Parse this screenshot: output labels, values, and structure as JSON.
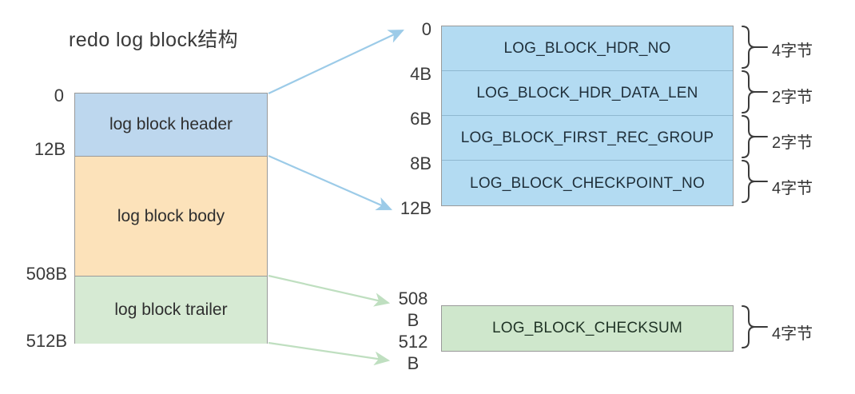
{
  "diagram": {
    "title": "redo log block结构",
    "colors": {
      "header_blue": "#bdd7ee",
      "body_orange": "#fce2ba",
      "trailer_green": "#d6ead3",
      "table_blue": "#b3dbf2",
      "checksum_green": "#cfe7cc",
      "arrow_blue": "#9ccbe8",
      "arrow_green": "#bfdfc0",
      "border_gray": "#9a9a9a"
    }
  },
  "block_stack": {
    "segments": [
      {
        "label": "log block header",
        "start": "0",
        "end": "12B"
      },
      {
        "label": "log block body",
        "start": "12B",
        "end": "508B"
      },
      {
        "label": "log block trailer",
        "start": "508B",
        "end": "512B"
      }
    ],
    "offsets": {
      "o0": "0",
      "o12b": "12B",
      "o508b": "508B",
      "o512b": "512B"
    }
  },
  "header_table": {
    "rows": [
      {
        "name": "LOG_BLOCK_HDR_NO",
        "size": "4字节",
        "offset_start": "0",
        "offset_end": "4B"
      },
      {
        "name": "LOG_BLOCK_HDR_DATA_LEN",
        "size": "2字节",
        "offset_start": "4B",
        "offset_end": "6B"
      },
      {
        "name": "LOG_BLOCK_FIRST_REC_GROUP",
        "size": "2字节",
        "offset_start": "6B",
        "offset_end": "8B"
      },
      {
        "name": "LOG_BLOCK_CHECKPOINT_NO",
        "size": "4字节",
        "offset_start": "8B",
        "offset_end": "12B"
      }
    ],
    "offsets": {
      "t0": "0",
      "t4b": "4B",
      "t6b": "6B",
      "t8b": "8B",
      "t12b": "12B"
    }
  },
  "trailer_table": {
    "row": {
      "name": "LOG_BLOCK_CHECKSUM",
      "size": "4字节"
    },
    "offsets": {
      "c508": "508\nB",
      "c512": "512\nB",
      "c508_num": "508",
      "c508_unit": "B",
      "c512_num": "512",
      "c512_unit": "B"
    }
  }
}
